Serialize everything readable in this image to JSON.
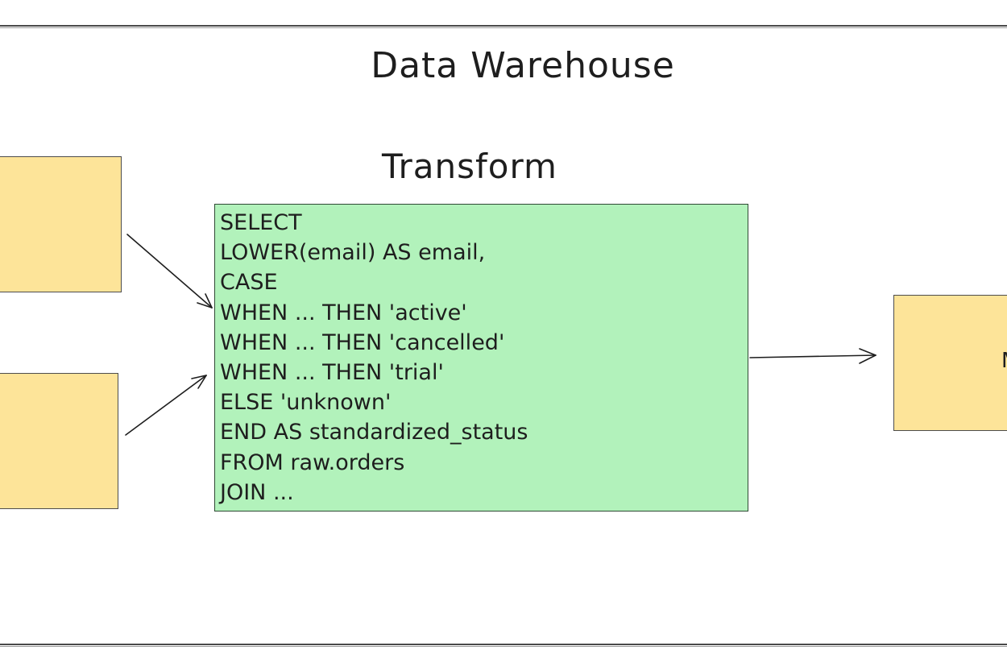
{
  "diagram": {
    "title": "Data Warehouse",
    "transform_heading": "Transform",
    "sql_lines": [
      "SELECT",
      "LOWER(email) AS email,",
      "CASE",
      "WHEN ... THEN 'active'",
      "WHEN ... THEN 'cancelled'",
      "WHEN ... THEN 'trial'",
      "ELSE 'unknown'",
      "END AS standardized_status",
      "FROM raw.orders",
      "JOIN ..."
    ],
    "dest_clipped_text": "M"
  },
  "colors": {
    "sticky_fill": "#fde499",
    "code_box_fill": "#b2f2bb",
    "stroke": "#1e1e1e"
  }
}
